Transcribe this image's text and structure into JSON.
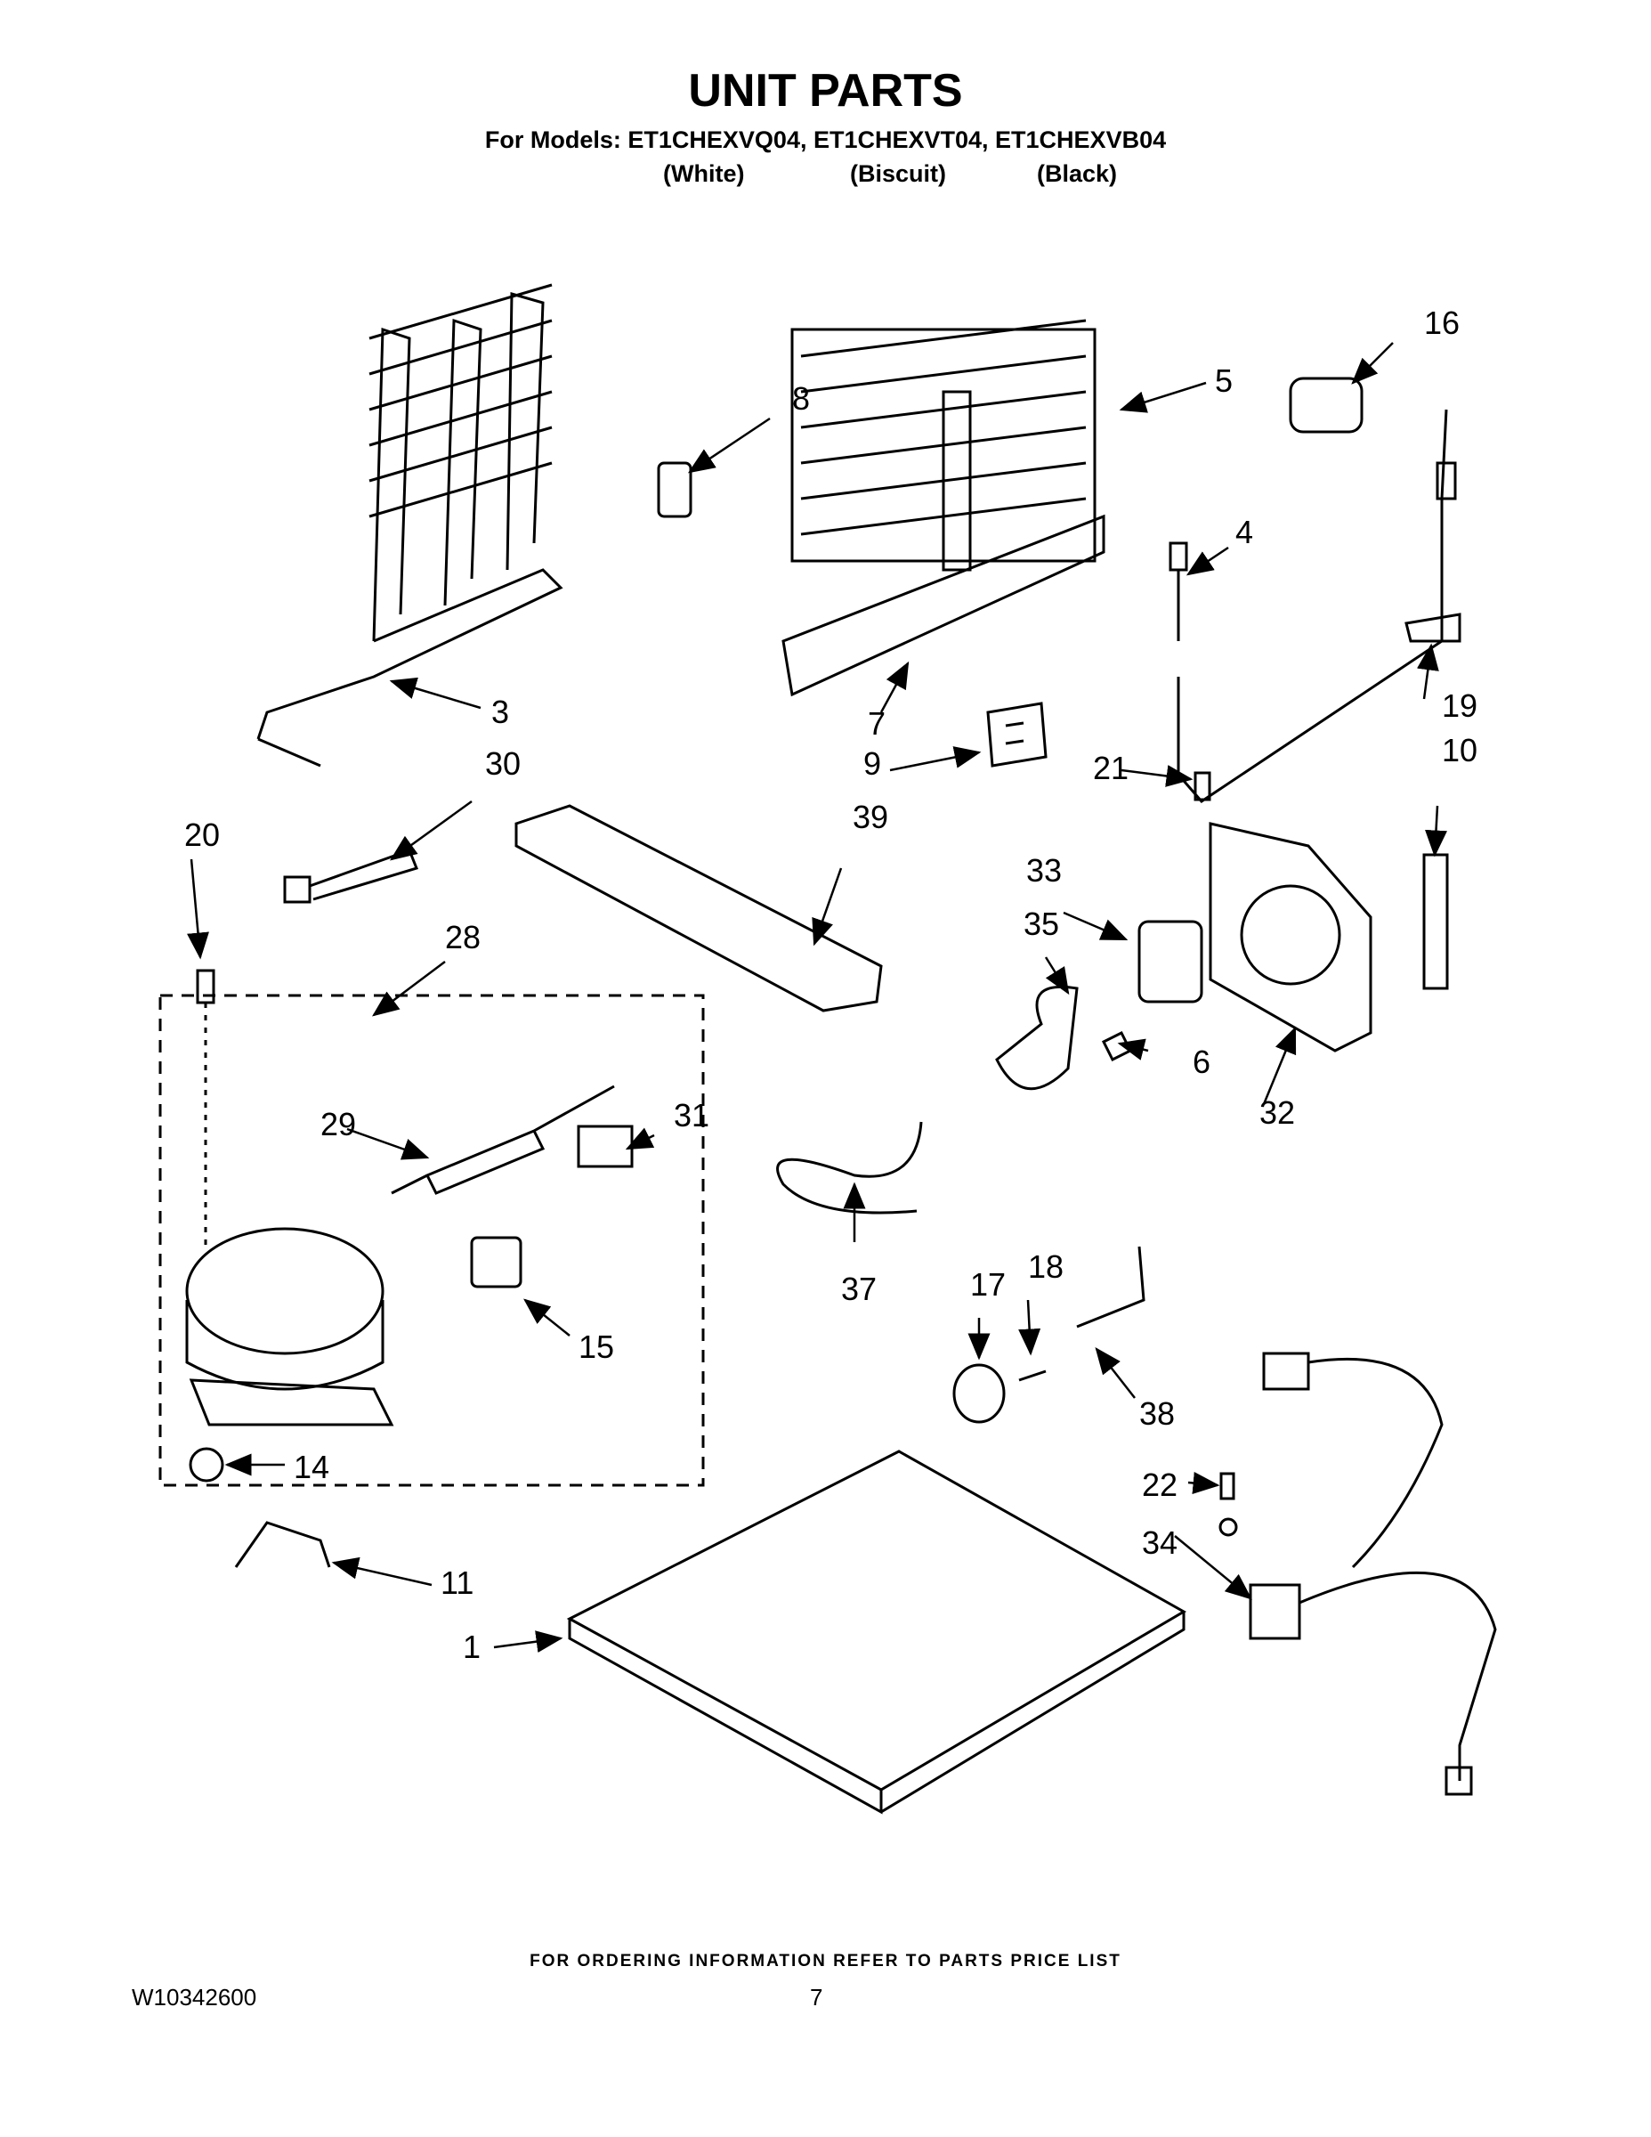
{
  "title": "UNIT PARTS",
  "models_line": "For Models: ET1CHEXVQ04, ET1CHEXVT04, ET1CHEXVB04",
  "colors": [
    "(White)",
    "(Biscuit)",
    "(Black)"
  ],
  "callouts": [
    "1",
    "3",
    "4",
    "5",
    "6",
    "7",
    "8",
    "9",
    "10",
    "11",
    "14",
    "15",
    "16",
    "17",
    "18",
    "19",
    "20",
    "21",
    "22",
    "28",
    "29",
    "30",
    "31",
    "32",
    "33",
    "34",
    "35",
    "37",
    "38",
    "39"
  ],
  "ordering_note": "FOR ORDERING INFORMATION REFER TO PARTS PRICE LIST",
  "doc_number": "W10342600",
  "page_number": "7"
}
